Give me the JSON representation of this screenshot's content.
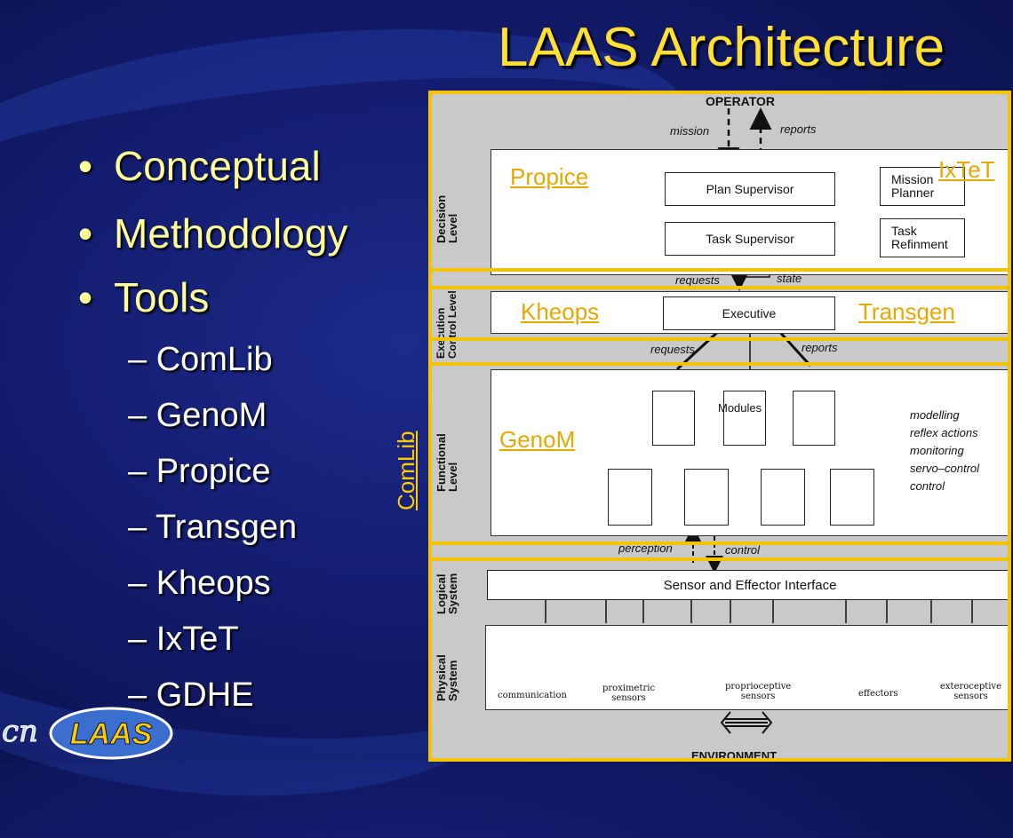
{
  "slide": {
    "title": "LAAS Architecture",
    "bullets": [
      {
        "marker": "•",
        "text": "Conceptual"
      },
      {
        "marker": "•",
        "text": "Methodology"
      },
      {
        "marker": "•",
        "text": "Tools"
      }
    ],
    "sub_bullets": [
      "– ComLib",
      "– GenoM",
      "– Propice",
      "– Transgen",
      "– Kheops",
      "– IxTeT",
      "– GDHE"
    ],
    "logo_text": "LAAS",
    "colors": {
      "title": "#ffe033",
      "bullet": "#ffff99",
      "link": "#ffcc00",
      "highlight_border": "#f5c400"
    }
  },
  "links": {
    "comlib": "ComLib",
    "propice": "Propice",
    "ixtet": "IxTeT",
    "kheops": "Kheops",
    "transgen": "Transgen",
    "genom": "GenoM"
  },
  "diagram": {
    "operator": "OPERATOR",
    "mission": "mission",
    "reports_top": "reports",
    "levels": {
      "decision": "Decision\nLevel",
      "execution": "Execution\nControl Level",
      "functional": "Functional\nLevel",
      "logical": "Logical\nSystem",
      "physical": "Physical\nSystem"
    },
    "plan_supervisor": "Plan Supervisor",
    "task_supervisor": "Task Supervisor",
    "mission_planner": "Mission\nPlanner",
    "task_refinment": "Task\nRefinment",
    "requests_1": "requests",
    "state": "state",
    "executive": "Executive",
    "requests_2": "requests",
    "reports_2": "reports",
    "modules": "Modules",
    "functions": [
      "modelling",
      "reflex actions",
      "monitoring",
      "servo–control",
      "control"
    ],
    "perception": "perception",
    "control": "control",
    "sensor_interface": "Sensor and Effector Interface",
    "devices": {
      "communication": "communication",
      "proximetric": "proximetric\nsensors",
      "proprioceptive": "proprioceptive\nsensors",
      "effectors": "effectors",
      "exteroceptive": "exteroceptive\nsensors"
    },
    "environment": "ENVIRONMENT"
  }
}
